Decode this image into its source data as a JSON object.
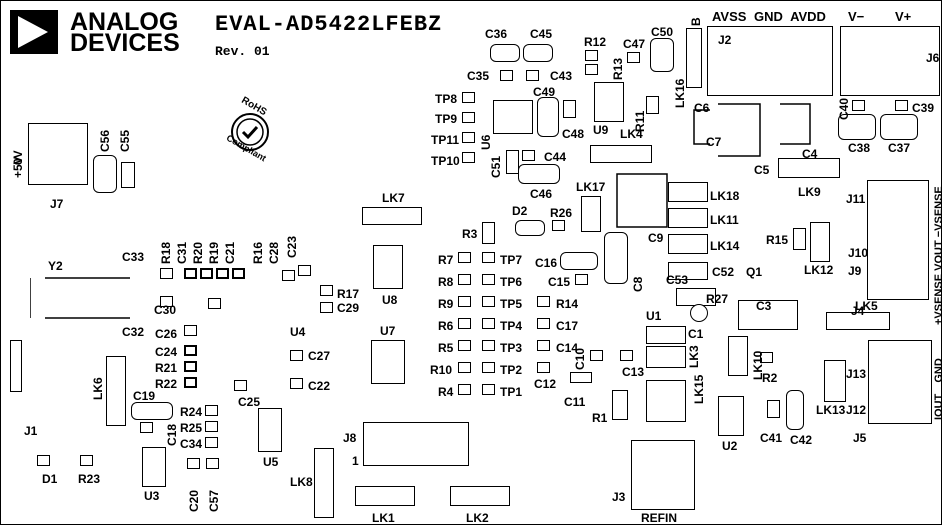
{
  "board": {
    "title": "EVAL-AD5422LFEBZ",
    "revision": "Rev. 01",
    "logo_line1": "ANALOG",
    "logo_line2": "DEVICES",
    "rohs_line1": "RoHS",
    "rohs_line2": "Compliant"
  },
  "connectors": {
    "j2_header": "AVSS GND AVDD",
    "j6_header_vminus": "V−",
    "j6_header_vplus": "V+",
    "j2_b": "B",
    "j7_0v": "0V",
    "j7_5v": "+5V",
    "j4_sense": "+VSENSE VOUT −VSENSE",
    "j5_iout": "IOUT GND",
    "j3_refin": "REFIN",
    "j8_pin1": "1"
  },
  "labels": [
    "J2",
    "J6",
    "J7",
    "J1",
    "J3",
    "J4",
    "J5",
    "J8",
    "J9",
    "J10",
    "J11",
    "J12",
    "J13",
    "C36",
    "C45",
    "R12",
    "C47",
    "C50",
    "C35",
    "C43",
    "R13",
    "C49",
    "C48",
    "U9",
    "R11",
    "LK16",
    "TP8",
    "TP9",
    "TP11",
    "TP10",
    "U6",
    "LK4",
    "C6",
    "C7",
    "C5",
    "C4",
    "C40",
    "C39",
    "C38",
    "C37",
    "C51",
    "C44",
    "C46",
    "LK17",
    "LK9",
    "LK18",
    "LK11",
    "LK14",
    "D2",
    "R26",
    "C9",
    "R15",
    "LK12",
    "LK7",
    "R3",
    "R7",
    "TP7",
    "R8",
    "TP6",
    "R9",
    "TP5",
    "R14",
    "R6",
    "TP4",
    "C17",
    "R5",
    "TP3",
    "C14",
    "R10",
    "TP2",
    "C12",
    "R4",
    "TP1",
    "U8",
    "U7",
    "C16",
    "C15",
    "C8",
    "C53",
    "C52",
    "Q1",
    "R27",
    "C3",
    "U1",
    "C1",
    "LK3",
    "LK10",
    "LK5",
    "R2",
    "LK13",
    "C10",
    "C13",
    "C11",
    "R1",
    "LK15",
    "U2",
    "C41",
    "C42",
    "Y2",
    "C33",
    "C32",
    "C30",
    "R18",
    "C31",
    "R20",
    "R19",
    "C21",
    "R16",
    "C28",
    "C23",
    "R17",
    "C29",
    "U4",
    "C26",
    "C24",
    "R21",
    "R22",
    "C27",
    "C22",
    "C25",
    "LK6",
    "C19",
    "C18",
    "R24",
    "R25",
    "C34",
    "U5",
    "D1",
    "R23",
    "U3",
    "C20",
    "C57",
    "LK8",
    "LK1",
    "LK2",
    "C56",
    "C55"
  ]
}
